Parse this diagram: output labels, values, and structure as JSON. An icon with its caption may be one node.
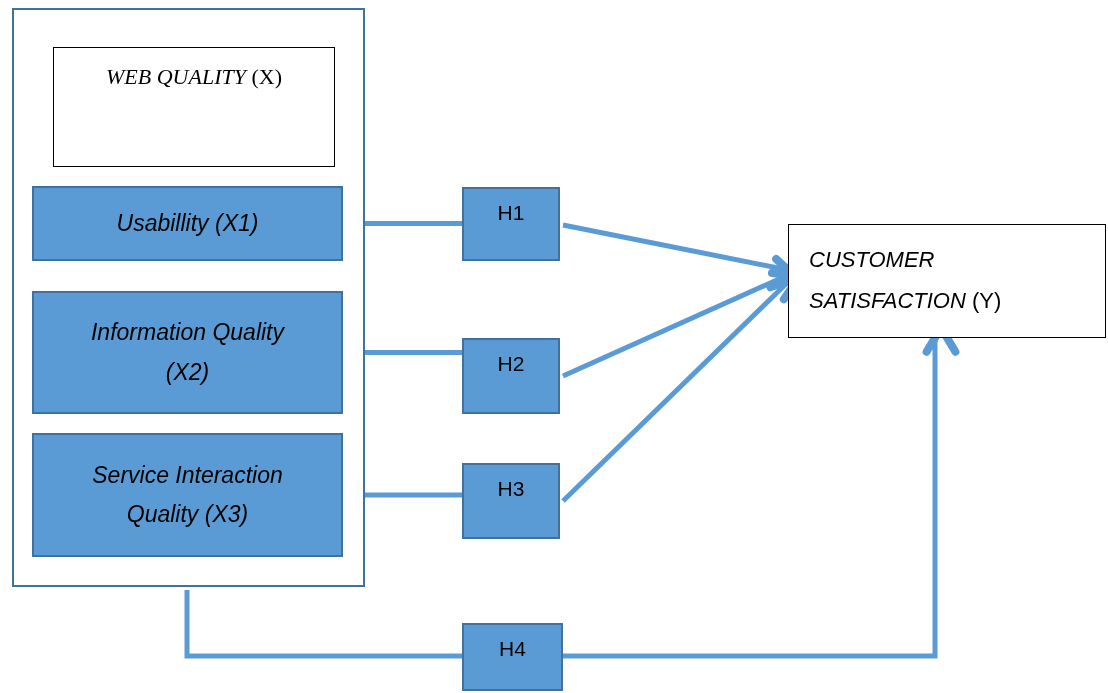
{
  "diagram": {
    "nodes": [
      {
        "text": [],
        "shape": "box"
      },
      {
        "text": [
          "*WEB QUALITY* (X)"
        ],
        "in": 0
      },
      {
        "text": [
          "Usabillity (X1)"
        ],
        "in": 0
      },
      {
        "text": [
          "Information Quality (X2)"
        ],
        "in": 0
      },
      {
        "text": [
          "Service Interaction Quality (X3)"
        ],
        "in": 0
      },
      {
        "text": [
          "H1"
        ]
      },
      {
        "text": [
          "H2"
        ]
      },
      {
        "text": [
          "H3"
        ]
      },
      {
        "text": [
          "H4"
        ]
      },
      {
        "text": [
          "*CUSTOMER SATISFACTION* (Y)"
        ]
      }
    ],
    "edges": [
      {
        "from": 2,
        "to": 5,
        "arrow": "none"
      },
      {
        "from": 5,
        "to": 9,
        "arrow": "to"
      },
      {
        "from": 3,
        "to": 6,
        "arrow": "none"
      },
      {
        "from": 6,
        "to": 9,
        "arrow": "to"
      },
      {
        "from": 4,
        "to": 7,
        "arrow": "none"
      },
      {
        "from": 7,
        "to": 9,
        "arrow": "to"
      },
      {
        "from": 0,
        "to": 8,
        "arrow": "none"
      },
      {
        "from": 8,
        "to": 9,
        "arrow": "to"
      }
    ]
  }
}
